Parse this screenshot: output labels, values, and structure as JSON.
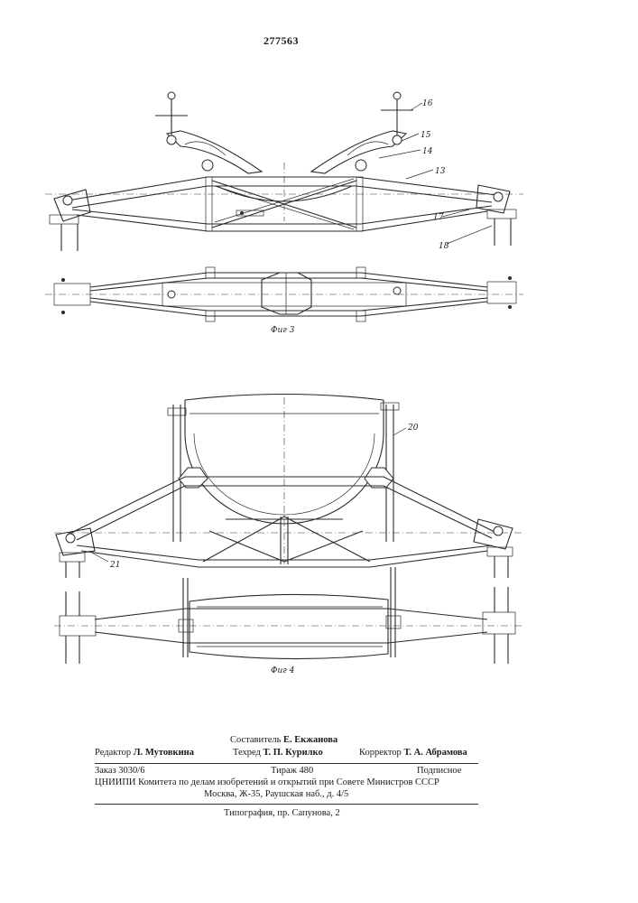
{
  "patent_number": "277563",
  "figures": {
    "fig3": {
      "caption": "Фиг 3",
      "labels": [
        "16",
        "15",
        "14",
        "13",
        "17",
        "18"
      ]
    },
    "fig4": {
      "caption": "Фиг 4",
      "labels": [
        "20",
        "21"
      ]
    }
  },
  "imprint": {
    "compiler_label": "Составитель",
    "compiler_name": "Е. Екжанова",
    "editor_label": "Редактор",
    "editor_name": "Л. Мутовкина",
    "techred_label": "Техред",
    "techred_name": "Т. П. Курилко",
    "corrector_label": "Корректор",
    "corrector_name": "Т. А. Абрамова",
    "order": "Заказ 3030/6",
    "circulation": "Тираж 480",
    "subscription": "Подписное",
    "institute": "ЦНИИПИ Комитета по делам изобретений и открытий при Совете Министров СССР",
    "address": "Москва, Ж-35, Раушская наб., д. 4/5",
    "printing": "Типография, пр. Сапунова, 2"
  }
}
